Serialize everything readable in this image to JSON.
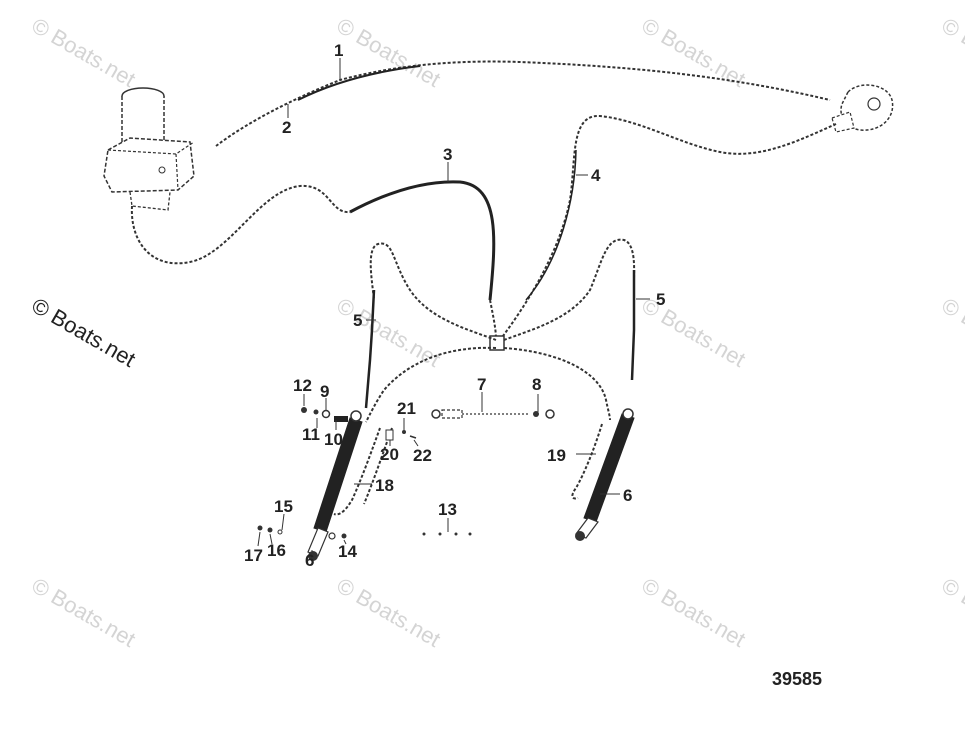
{
  "watermarks": {
    "text": "© Boats.net",
    "main": "© Boats.net"
  },
  "figure_number": "39585",
  "callouts": {
    "c1": "1",
    "c2": "2",
    "c3": "3",
    "c4": "4",
    "c5a": "5",
    "c5b": "5",
    "c6a": "6",
    "c6b": "6",
    "c7": "7",
    "c8": "8",
    "c9": "9",
    "c10": "10",
    "c11": "11",
    "c12": "12",
    "c13": "13",
    "c14": "14",
    "c15": "15",
    "c16": "16",
    "c17": "17",
    "c18": "18",
    "c19": "19",
    "c20": "20",
    "c21": "21",
    "c22": "22"
  }
}
